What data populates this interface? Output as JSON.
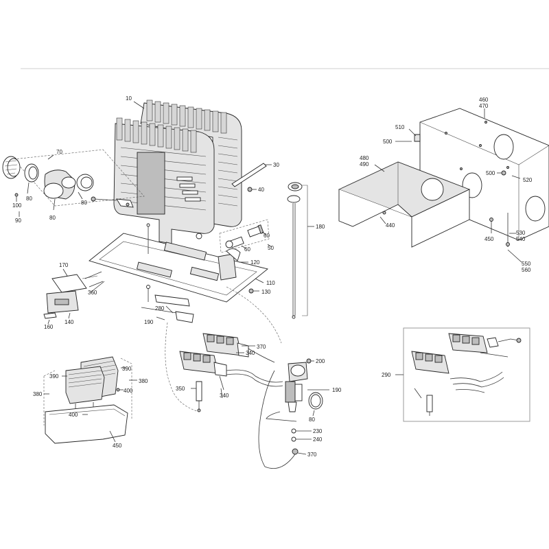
{
  "labels": {
    "p10": "10",
    "p30": "30",
    "p40": "40",
    "p50": "50",
    "p60a": "60",
    "p60b": "60",
    "p70": "70",
    "p80a": "80",
    "p80b": "80",
    "p80c": "80",
    "p80d": "80",
    "p90": "90",
    "p100": "100",
    "p110": "110",
    "p120": "120",
    "p130": "130",
    "p140": "140",
    "p160": "160",
    "p170": "170",
    "p180": "180",
    "p190a": "190",
    "p190b": "190",
    "p200": "200",
    "p230": "230",
    "p240": "240",
    "p280": "280",
    "p290": "290",
    "p340a": "340",
    "p340b": "340",
    "p350": "350",
    "p360": "360",
    "p370a": "370",
    "p370b": "370",
    "p380a": "380",
    "p380b": "380",
    "p390a": "390",
    "p390b": "390",
    "p400a": "400",
    "p400b": "400",
    "p440": "440",
    "p450a": "450",
    "p450b": "450",
    "p460": "460",
    "p470": "470",
    "p480": "480",
    "p490": "490",
    "p500a": "500",
    "p500b": "500",
    "p510": "510",
    "p520": "520",
    "p530": "530",
    "p540": "540",
    "p550": "550",
    "p560": "560"
  }
}
